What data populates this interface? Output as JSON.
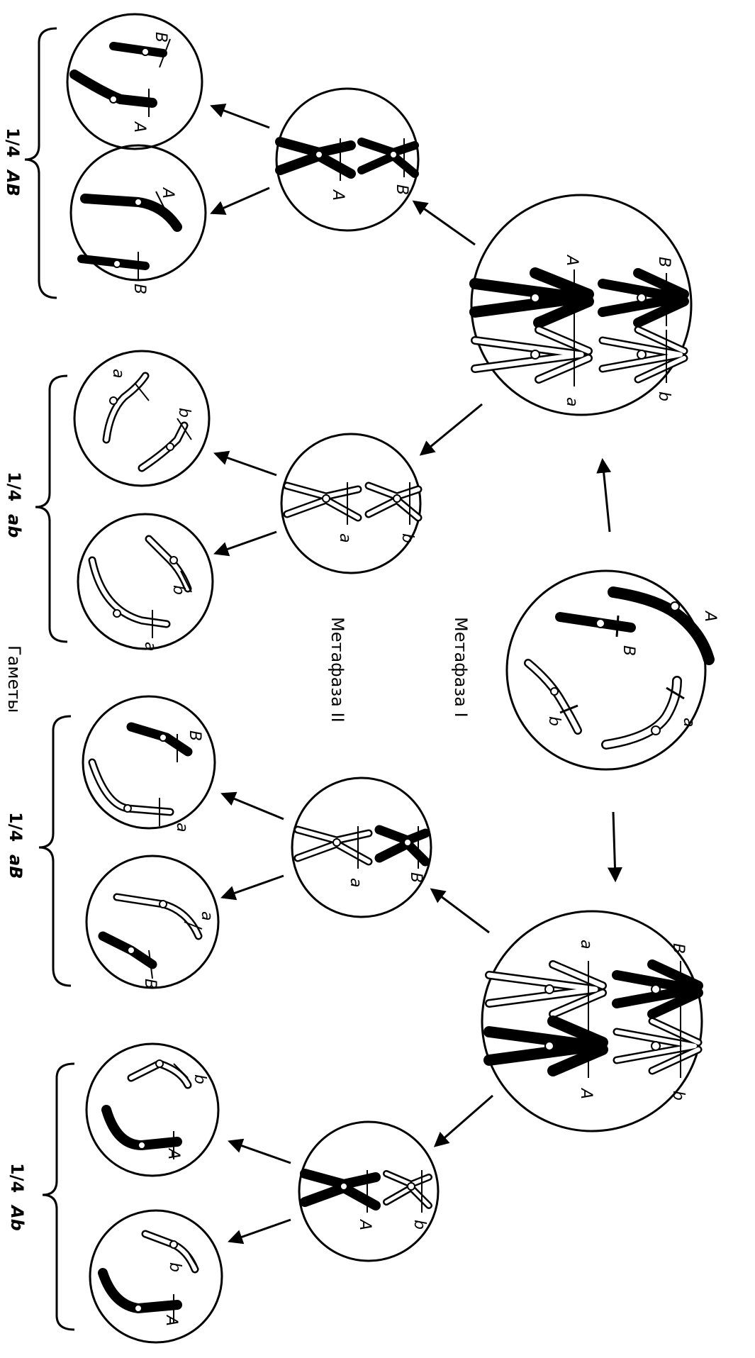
{
  "labels": {
    "metaphase_1": "Метафаза I",
    "metaphase_2": "Метафаза II",
    "gametes": "Гаметы"
  },
  "gamete_groups": [
    {
      "ratio": "1/4",
      "genotype": "AB"
    },
    {
      "ratio": "1/4",
      "genotype": "ab"
    },
    {
      "ratio": "1/4",
      "genotype": "aB"
    },
    {
      "ratio": "1/4",
      "genotype": "Ab"
    }
  ],
  "alleles": {
    "A": "A",
    "a": "a",
    "B": "B",
    "b": "b"
  },
  "colors": {
    "ink": "#000000",
    "paper": "#ffffff"
  }
}
